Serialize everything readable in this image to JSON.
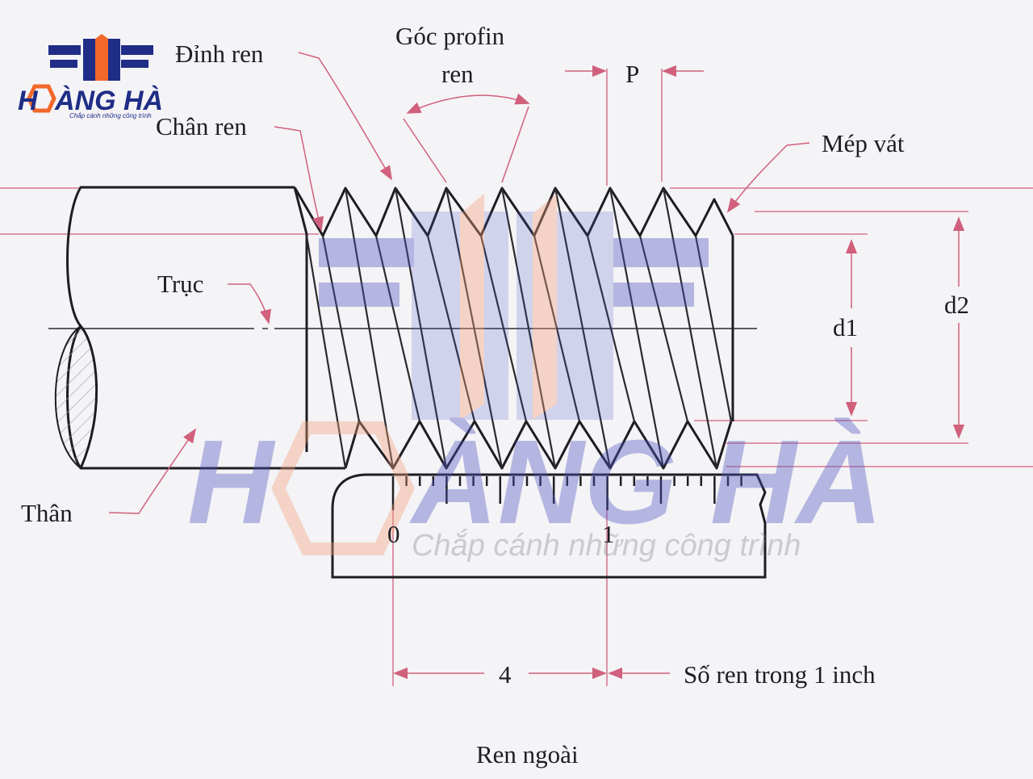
{
  "logo": {
    "brand": "HOÀNG HÀ",
    "brand_left": "H",
    "brand_right": "ÀNG HÀ",
    "tagline": "Chắp cánh những công trình",
    "colors": {
      "navy": "#1f2d86",
      "orange": "#f2682a"
    }
  },
  "watermark": {
    "brand_left": "H",
    "brand_right": "ÀNG HÀ",
    "tagline": "Chắp cánh những công trình"
  },
  "labels": {
    "thread_crest": "Đỉnh ren",
    "profile_angle_line1": "Góc profin",
    "profile_angle_line2": "ren",
    "pitch": "P",
    "thread_root": "Chân ren",
    "chamfer": "Mép vát",
    "axis": "Trục",
    "minor_diameter": "d1",
    "major_diameter": "d2",
    "body": "Thân",
    "scale_zero": "0",
    "scale_one": "1",
    "span_count": "4",
    "threads_per_inch": "Số ren trong 1 inch",
    "caption": "Ren ngoài"
  },
  "colors": {
    "line": "#1e1e22",
    "guide": "#d0607c",
    "background": "#f4f3f6"
  }
}
